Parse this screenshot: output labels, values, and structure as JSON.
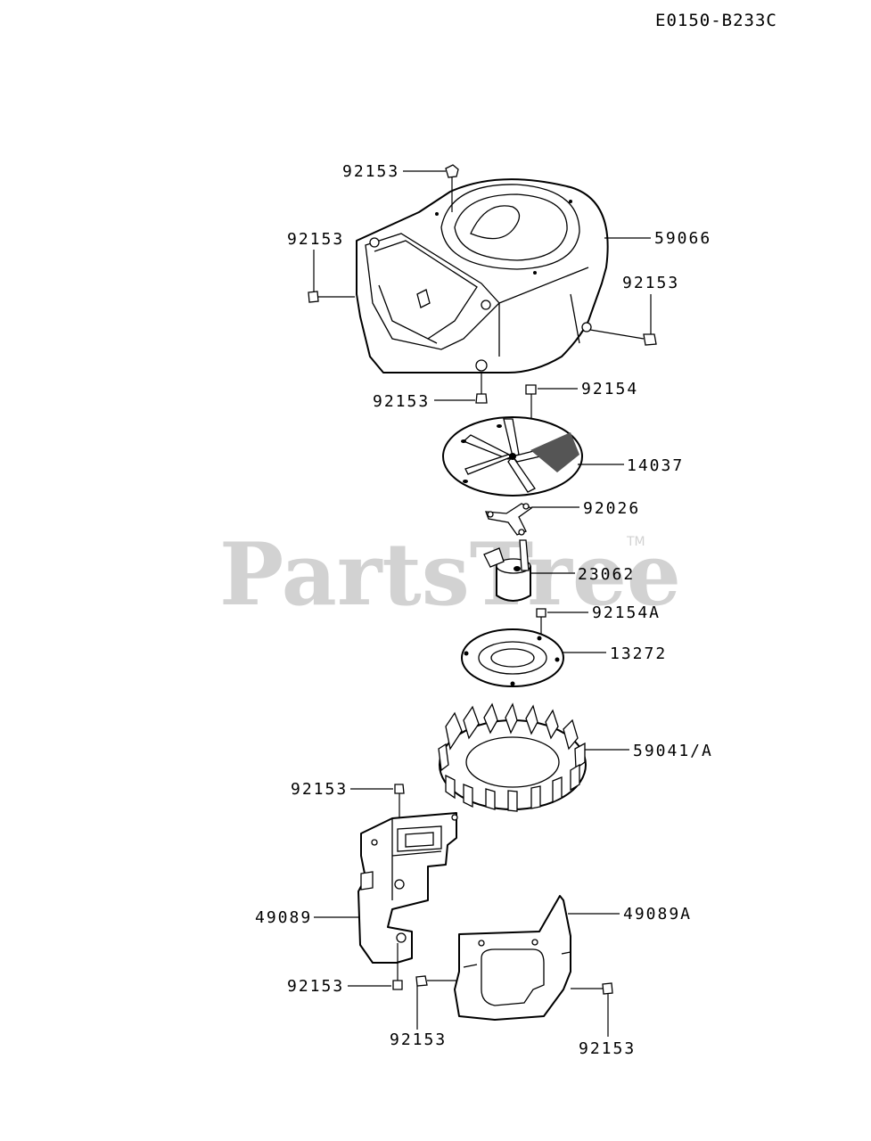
{
  "diagram_code": "E0150-B233C",
  "watermark": {
    "brand": "PartsTree",
    "trademark": "TM"
  },
  "callouts": [
    {
      "id": "c-92153-top",
      "part_number": "92153"
    },
    {
      "id": "c-59066",
      "part_number": "59066"
    },
    {
      "id": "c-92153-left",
      "part_number": "92153"
    },
    {
      "id": "c-92153-right",
      "part_number": "92153"
    },
    {
      "id": "c-92153-mid",
      "part_number": "92153"
    },
    {
      "id": "c-92154",
      "part_number": "92154"
    },
    {
      "id": "c-14037",
      "part_number": "14037"
    },
    {
      "id": "c-92026",
      "part_number": "92026"
    },
    {
      "id": "c-23062",
      "part_number": "23062"
    },
    {
      "id": "c-92154A",
      "part_number": "92154A"
    },
    {
      "id": "c-13272",
      "part_number": "13272"
    },
    {
      "id": "c-59041A",
      "part_number": "59041/A"
    },
    {
      "id": "c-92153-shroud-top",
      "part_number": "92153"
    },
    {
      "id": "c-49089",
      "part_number": "49089"
    },
    {
      "id": "c-49089A",
      "part_number": "49089A"
    },
    {
      "id": "c-92153-shroud-bottom",
      "part_number": "92153"
    },
    {
      "id": "c-92153-bottom-left",
      "part_number": "92153"
    },
    {
      "id": "c-92153-bottom-right",
      "part_number": "92153"
    }
  ]
}
